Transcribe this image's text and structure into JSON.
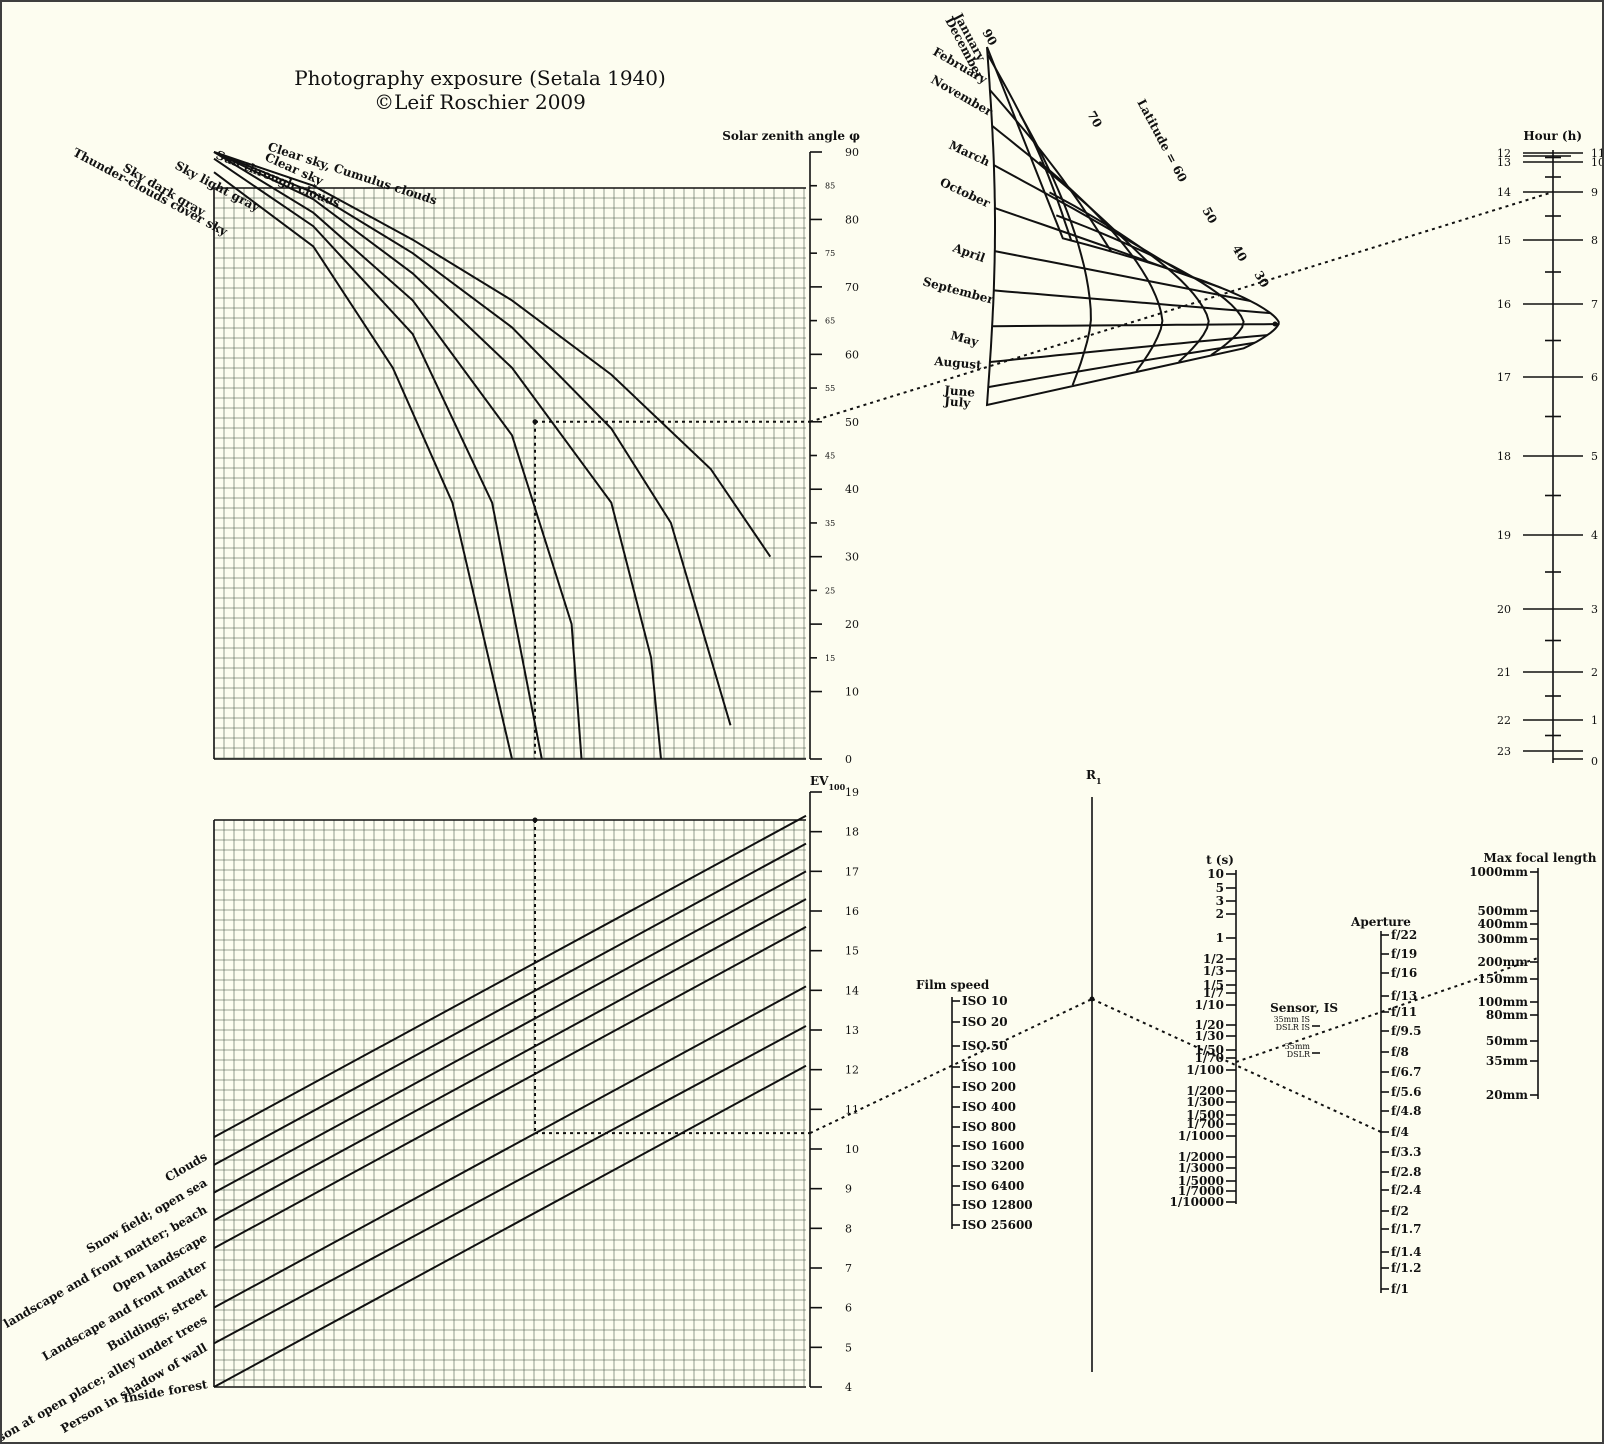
{
  "title_line1": "Photography exposure (Setala 1940)",
  "title_line2": "©Leif Roschier 2009",
  "chart_data": [
    {
      "type": "line",
      "name_id": "zenith",
      "ylabel": "Solar zenith angle φ",
      "ylim": [
        0,
        90
      ],
      "major_ticks": [
        0,
        10,
        20,
        30,
        40,
        50,
        60,
        70,
        80,
        90
      ],
      "minor_ticks": [
        15,
        25,
        35,
        45,
        55,
        65,
        75,
        85
      ],
      "series": [
        {
          "name": "Clear sky, Cumulus clouds",
          "points": [
            [
              0,
              90
            ],
            [
              0.5,
              85
            ],
            [
              1,
              77
            ],
            [
              1.5,
              68
            ],
            [
              2,
              57
            ],
            [
              2.5,
              43
            ],
            [
              2.8,
              30
            ]
          ]
        },
        {
          "name": "Clear sky",
          "points": [
            [
              0,
              90
            ],
            [
              0.5,
              84
            ],
            [
              1,
              75
            ],
            [
              1.5,
              64
            ],
            [
              2,
              49
            ],
            [
              2.3,
              35
            ],
            [
              2.6,
              5
            ]
          ]
        },
        {
          "name": "Sun through clouds",
          "points": [
            [
              0,
              90
            ],
            [
              0.5,
              83
            ],
            [
              1,
              72
            ],
            [
              1.5,
              58
            ],
            [
              2,
              38
            ],
            [
              2.2,
              15
            ],
            [
              2.25,
              0
            ]
          ]
        },
        {
          "name": "Sky light gray",
          "points": [
            [
              0,
              90
            ],
            [
              0.5,
              81
            ],
            [
              1,
              68
            ],
            [
              1.5,
              48
            ],
            [
              1.8,
              20
            ],
            [
              1.85,
              0
            ]
          ]
        },
        {
          "name": "Sky dark gray",
          "points": [
            [
              0,
              89
            ],
            [
              0.5,
              79
            ],
            [
              1,
              63
            ],
            [
              1.4,
              38
            ],
            [
              1.65,
              0
            ]
          ]
        },
        {
          "name": "Thunder-clouds cover sky",
          "points": [
            [
              0,
              87
            ],
            [
              0.5,
              76
            ],
            [
              0.9,
              58
            ],
            [
              1.2,
              38
            ],
            [
              1.5,
              0
            ]
          ]
        }
      ],
      "reading": 50
    },
    {
      "type": "line",
      "name_id": "ev",
      "ylabel": "EV",
      "ylabel_sub": "100",
      "ylim": [
        4,
        19
      ],
      "ticks": [
        4,
        5,
        6,
        7,
        8,
        9,
        10,
        11,
        12,
        13,
        14,
        15,
        16,
        17,
        18,
        19
      ],
      "series": [
        {
          "name": "Clouds",
          "y0": 10.3,
          "y1": 18.4
        },
        {
          "name": "Snow field; open sea",
          "y0": 9.6,
          "y1": 17.7
        },
        {
          "name": "Snow landscape and front matter; beach",
          "y0": 8.9,
          "y1": 17.0
        },
        {
          "name": "Open landscape",
          "y0": 8.2,
          "y1": 16.3
        },
        {
          "name": "Landscape and front matter",
          "y0": 7.5,
          "y1": 15.6
        },
        {
          "name": "Buildings; street",
          "y0": 6.0,
          "y1": 14.1
        },
        {
          "name": "Person at open place; alley under trees",
          "y0": 5.1,
          "y1": 13.1
        },
        {
          "name": "Person in shadow of wall",
          "y0": 4.0,
          "y1": 12.1
        },
        {
          "name": "Inside forest",
          "y0": 4.0,
          "y1": 4.0
        }
      ],
      "reading": 10.4
    },
    {
      "type": "line",
      "name_id": "hour",
      "ylabel": "Hour (h)",
      "left_labels": [
        "12",
        "13",
        "14",
        "15",
        "16",
        "17",
        "18",
        "19",
        "20",
        "21",
        "22",
        "23"
      ],
      "right_labels": [
        "11",
        "10",
        "9",
        "8",
        "7",
        "6",
        "5",
        "4",
        "3",
        "2",
        "1",
        "0"
      ]
    },
    {
      "type": "line",
      "name_id": "calendar",
      "ylabel": "Latitude = 60",
      "months": [
        "January",
        "December",
        "February",
        "November",
        "March",
        "October",
        "April",
        "September",
        "May",
        "August",
        "June",
        "July"
      ],
      "latitudes": [
        "90",
        "70",
        "50",
        "40",
        "30"
      ]
    },
    {
      "type": "line",
      "name_id": "filmspeed",
      "ylabel": "Film speed",
      "labels": [
        "ISO 10",
        "ISO 20",
        "ISO 50",
        "ISO 100",
        "ISO 200",
        "ISO 400",
        "ISO 800",
        "ISO 1600",
        "ISO 3200",
        "ISO 6400",
        "ISO 12800",
        "ISO 25600"
      ]
    },
    {
      "type": "line",
      "name_id": "r1",
      "ylabel": "R",
      "ylabel_sub": "1"
    },
    {
      "type": "line",
      "name_id": "time",
      "ylabel": "t (s)",
      "labels": [
        "10",
        "5",
        "3",
        "2",
        "1",
        "1/2",
        "1/3",
        "1/5",
        "1/7",
        "1/10",
        "1/20",
        "1/30",
        "1/50",
        "1/70",
        "1/100",
        "1/200",
        "1/300",
        "1/500",
        "1/700",
        "1/1000",
        "1/2000",
        "1/3000",
        "1/5000",
        "1/7000",
        "1/10000"
      ]
    },
    {
      "type": "line",
      "name_id": "aperture",
      "ylabel": "Aperture",
      "labels": [
        "f/22",
        "f/19",
        "f/16",
        "f/13",
        "f/11",
        "f/9.5",
        "f/8",
        "f/6.7",
        "f/5.6",
        "f/4.8",
        "f/4",
        "f/3.3",
        "f/2.8",
        "f/2.4",
        "f/2",
        "f/1.7",
        "f/1.4",
        "f/1.2",
        "f/1"
      ],
      "sensor_label": "Sensor, IS",
      "sensor_items": [
        "35mm IS",
        "DSLR IS",
        "35mm",
        "DSLR"
      ]
    },
    {
      "type": "line",
      "name_id": "focal",
      "ylabel": "Max focal length",
      "labels": [
        "1000mm",
        "500mm",
        "400mm",
        "300mm",
        "200mm",
        "150mm",
        "100mm",
        "80mm",
        "50mm",
        "35mm",
        "20mm"
      ]
    }
  ]
}
